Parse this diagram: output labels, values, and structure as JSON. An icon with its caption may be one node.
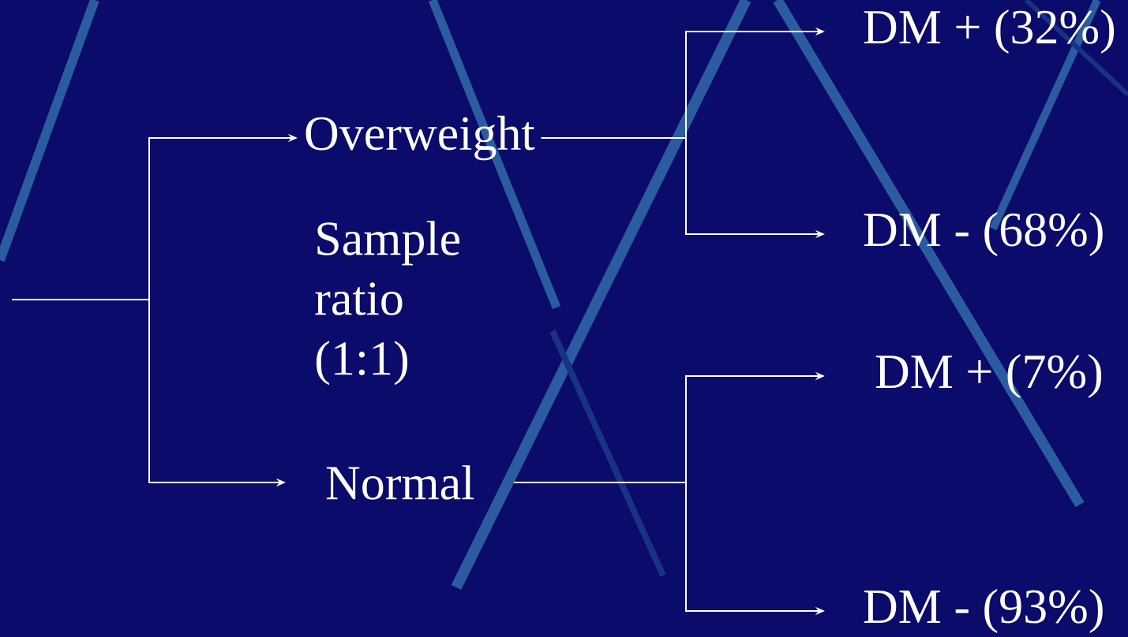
{
  "diagram": {
    "nodes": [
      {
        "text": [
          "Overweight"
        ]
      },
      {
        "text": [
          "Normal"
        ]
      },
      {
        "text": [
          "DM + (32%)"
        ]
      },
      {
        "text": [
          "DM - (68%)"
        ]
      },
      {
        "text": [
          "DM + (7%)"
        ]
      },
      {
        "text": [
          "DM - (93%)"
        ]
      }
    ],
    "edges": [
      {
        "from": null,
        "to": 0,
        "arrow": "to"
      },
      {
        "from": null,
        "to": 1,
        "arrow": "to"
      },
      {
        "from": 0,
        "to": 2,
        "arrow": "to"
      },
      {
        "from": 0,
        "to": 3,
        "arrow": "to"
      },
      {
        "from": 1,
        "to": 4,
        "arrow": "to"
      },
      {
        "from": 1,
        "to": 5,
        "arrow": "to"
      }
    ],
    "labels": [
      "Sample ratio (1:1)"
    ]
  }
}
